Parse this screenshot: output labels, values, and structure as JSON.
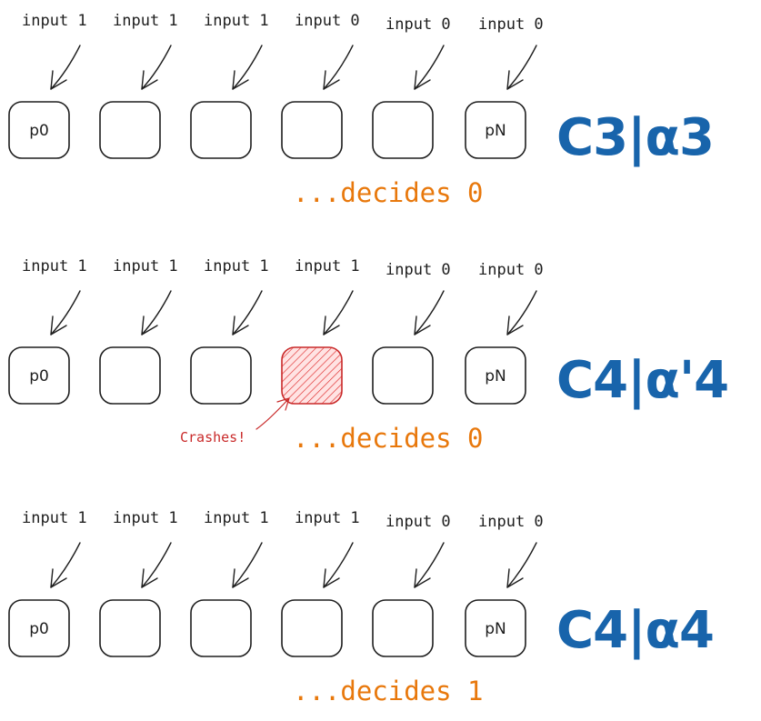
{
  "colors": {
    "decides": "#e8780c",
    "config": "#1864ab",
    "crash": "#c92a2a",
    "ink": "#1e1e1e"
  },
  "rows": [
    {
      "config": "C3|α3",
      "decides": "...decides 0",
      "crashed_index": null,
      "crash_label": null,
      "processes": [
        {
          "input": "input 1",
          "label": "p0"
        },
        {
          "input": "input 1",
          "label": ""
        },
        {
          "input": "input 1",
          "label": ""
        },
        {
          "input": "input 0",
          "label": ""
        },
        {
          "input": "input 0",
          "label": ""
        },
        {
          "input": "input 0",
          "label": "pN"
        }
      ]
    },
    {
      "config": "C4|α'4",
      "decides": "...decides 0",
      "crashed_index": 3,
      "crash_label": "Crashes!",
      "processes": [
        {
          "input": "input 1",
          "label": "p0"
        },
        {
          "input": "input 1",
          "label": ""
        },
        {
          "input": "input 1",
          "label": ""
        },
        {
          "input": "input 1",
          "label": ""
        },
        {
          "input": "input 0",
          "label": ""
        },
        {
          "input": "input 0",
          "label": "pN"
        }
      ]
    },
    {
      "config": "C4|α4",
      "decides": "...decides 1",
      "crashed_index": null,
      "crash_label": null,
      "processes": [
        {
          "input": "input 1",
          "label": "p0"
        },
        {
          "input": "input 1",
          "label": ""
        },
        {
          "input": "input 1",
          "label": ""
        },
        {
          "input": "input 1",
          "label": ""
        },
        {
          "input": "input 0",
          "label": ""
        },
        {
          "input": "input 0",
          "label": "pN"
        }
      ]
    }
  ]
}
